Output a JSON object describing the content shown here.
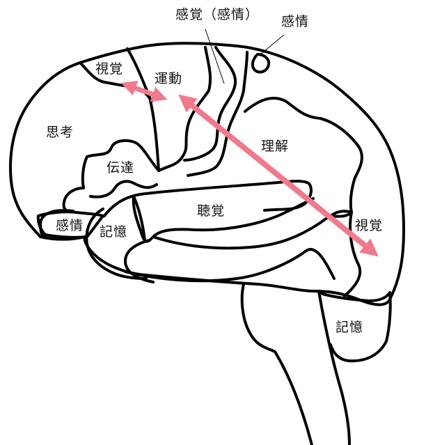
{
  "diagram": {
    "type": "labeled-brain-lateral-view",
    "colors": {
      "outline": "#000000",
      "arrow": "#F07A8C",
      "background": "#FFFFFF"
    },
    "labels": {
      "sense_emotion_top": "感覚（感情）",
      "emotion_top": "感情",
      "vision_front": "視覚",
      "motor": "運動",
      "thinking": "思考",
      "communication": "伝達",
      "comprehension": "理解",
      "emotion_lower": "感情",
      "memory_front": "記憶",
      "hearing": "聴覚",
      "vision_back": "視覚",
      "memory_cerebellum": "記憶"
    },
    "arrows": [
      {
        "name": "vision-motor-arrow",
        "from": "視覚",
        "to": "運動",
        "style": "double-headed"
      },
      {
        "name": "motor-vision-arrow",
        "from": "運動",
        "to": "視覚",
        "style": "double-headed"
      }
    ]
  }
}
